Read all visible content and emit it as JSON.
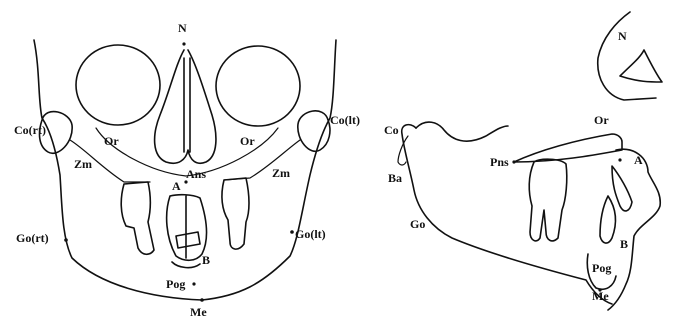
{
  "frontal_view": {
    "landmarks": {
      "N": "N",
      "Or_right": "Or",
      "Or_left": "Or",
      "Co_right": "Co(rt)",
      "Co_left": "Co(lt)",
      "Zm_right": "Zm",
      "Zm_left": "Zm",
      "A": "A",
      "Ans": "Ans",
      "Go_right": "Go(rt)",
      "Go_left": "Go(lt)",
      "B": "B",
      "Pog": "Pog",
      "Me": "Me"
    }
  },
  "lateral_view": {
    "landmarks": {
      "N": "N",
      "Or": "Or",
      "Co": "Co",
      "Ba": "Ba",
      "Pns": "Pns",
      "A": "A",
      "Go": "Go",
      "B": "B",
      "Pog": "Pog",
      "Me": "Me"
    }
  }
}
